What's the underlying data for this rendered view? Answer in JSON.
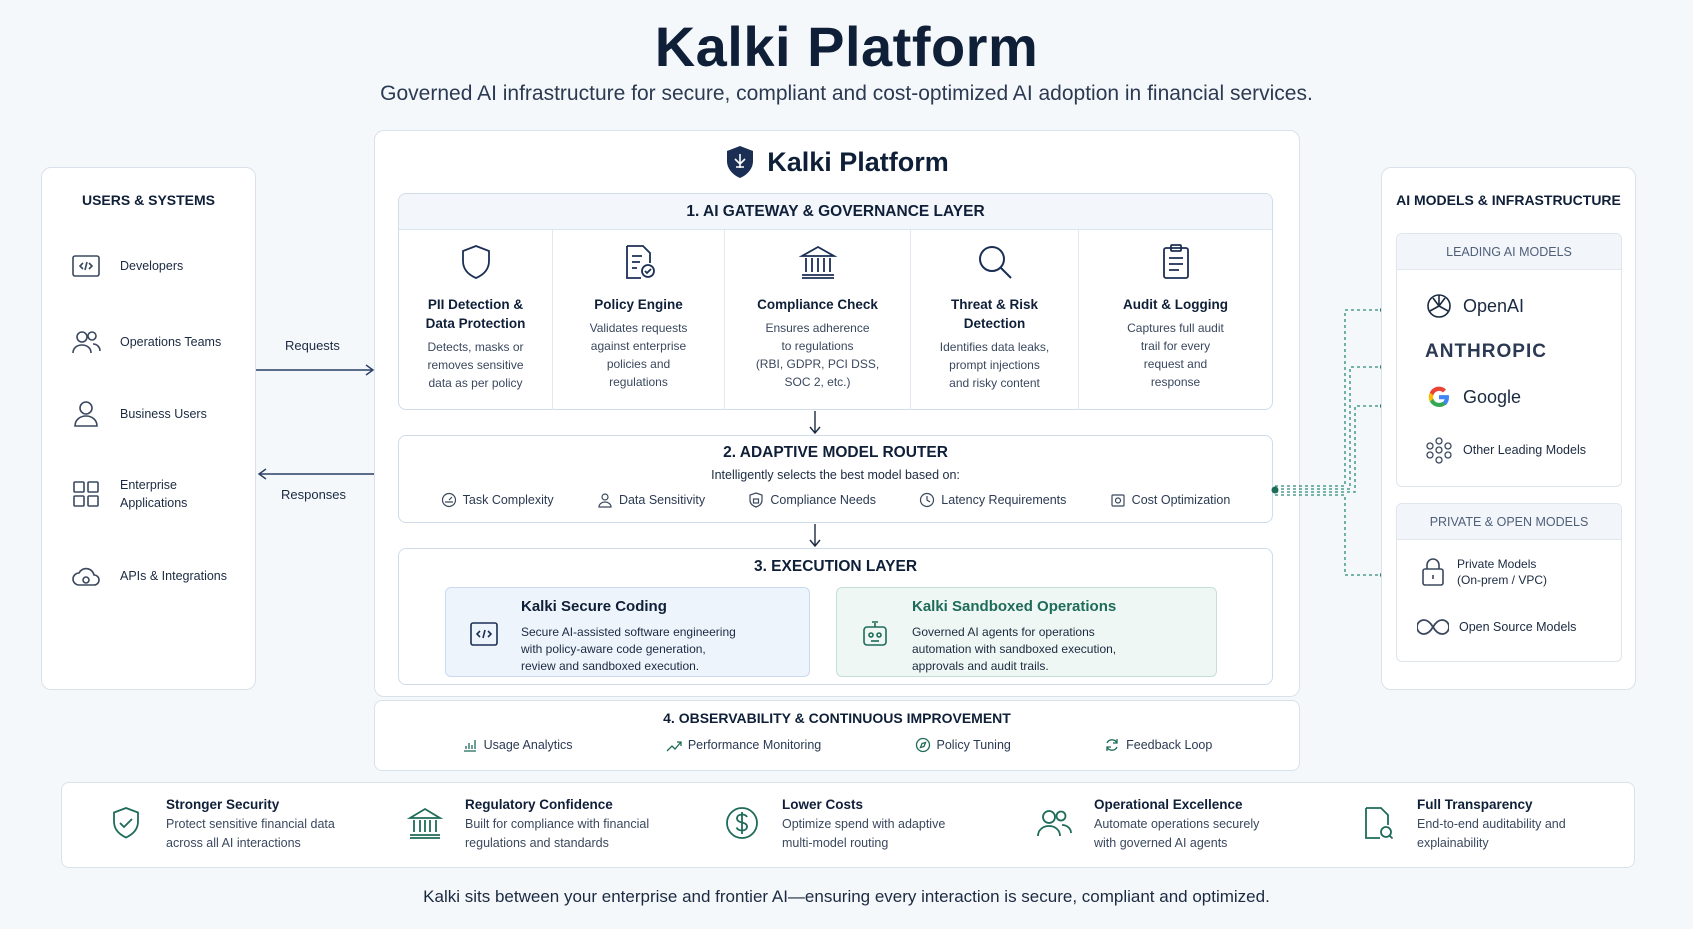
{
  "header": {
    "title": "Kalki Platform",
    "subtitle": "Governed AI infrastructure for secure, compliant and cost-optimized AI adoption in financial services."
  },
  "users": {
    "title": "USERS & SYSTEMS",
    "items": [
      {
        "label": "Developers",
        "icon": "code-window-icon"
      },
      {
        "label": "Operations Teams",
        "icon": "team-icon"
      },
      {
        "label": "Business Users",
        "icon": "user-icon"
      },
      {
        "label": "Enterprise\nApplications",
        "icon": "grid-apps-icon"
      },
      {
        "label": "APIs & Integrations",
        "icon": "cloud-gear-icon"
      }
    ]
  },
  "flows": {
    "requests": "Requests",
    "responses": "Responses"
  },
  "platform": {
    "title": "Kalki Platform",
    "gateway": {
      "title": "1. AI GATEWAY & GOVERNANCE LAYER",
      "cells": [
        {
          "title": "PII Detection &\nData Protection",
          "desc": "Detects, masks or\nremoves sensitive\ndata as per policy",
          "icon": "shield-icon"
        },
        {
          "title": "Policy Engine",
          "desc": "Validates requests\nagainst enterprise\npolicies and\nregulations",
          "icon": "document-check-icon"
        },
        {
          "title": "Compliance Check",
          "desc": "Ensures adherence\nto regulations\n(RBI, GDPR, PCI DSS,\nSOC 2, etc.)",
          "icon": "bank-icon"
        },
        {
          "title": "Threat & Risk\nDetection",
          "desc": "Identifies data leaks,\nprompt injections\nand risky content",
          "icon": "magnifier-icon"
        },
        {
          "title": "Audit & Logging",
          "desc": "Captures full audit\ntrail for every\nrequest and\nresponse",
          "icon": "clipboard-icon"
        }
      ]
    },
    "router": {
      "title": "2. ADAPTIVE MODEL ROUTER",
      "desc": "Intelligently selects the best model based on:",
      "criteria": [
        {
          "label": "Task Complexity",
          "icon": "gauge-icon"
        },
        {
          "label": "Data Sensitivity",
          "icon": "person-icon"
        },
        {
          "label": "Compliance Needs",
          "icon": "lock-shield-icon"
        },
        {
          "label": "Latency Requirements",
          "icon": "clock-icon"
        },
        {
          "label": "Cost Optimization",
          "icon": "coin-icon"
        }
      ]
    },
    "execution": {
      "title": "3. EXECUTION LAYER",
      "coding": {
        "title": "Kalki Secure Coding",
        "desc": "Secure AI-assisted software engineering\nwith policy-aware code generation,\nreview and sandboxed execution."
      },
      "ops": {
        "title": "Kalki Sandboxed Operations",
        "desc": "Governed AI agents for operations\nautomation with sandboxed execution,\napprovals and audit trails."
      }
    },
    "observability": {
      "title": "4. OBSERVABILITY & CONTINUOUS IMPROVEMENT",
      "items": [
        {
          "label": "Usage Analytics",
          "icon": "bar-chart-icon"
        },
        {
          "label": "Performance Monitoring",
          "icon": "trend-icon"
        },
        {
          "label": "Policy Tuning",
          "icon": "compass-icon"
        },
        {
          "label": "Feedback Loop",
          "icon": "refresh-icon"
        }
      ]
    }
  },
  "models": {
    "title": "AI MODELS & INFRASTRUCTURE",
    "leading": {
      "title": "LEADING AI MODELS",
      "items": [
        "OpenAI",
        "ANTHROPIC",
        "Google",
        "Other Leading Models"
      ]
    },
    "private": {
      "title": "PRIVATE & OPEN MODELS",
      "items": [
        "Private Models\n(On-prem / VPC)",
        "Open Source Models"
      ]
    }
  },
  "benefits": [
    {
      "title": "Stronger Security",
      "desc": "Protect sensitive financial data\nacross all AI interactions",
      "icon": "shield-check-icon"
    },
    {
      "title": "Regulatory Confidence",
      "desc": "Built for compliance with financial\nregulations and standards",
      "icon": "bank-icon"
    },
    {
      "title": "Lower Costs",
      "desc": "Optimize spend with adaptive\nmulti-model routing",
      "icon": "dollar-icon"
    },
    {
      "title": "Operational Excellence",
      "desc": "Automate operations securely\nwith governed AI agents",
      "icon": "team-icon"
    },
    {
      "title": "Full Transparency",
      "desc": "End-to-end auditability and\nexplainability",
      "icon": "document-search-icon"
    }
  ],
  "footer": "Kalki sits between your enterprise and frontier AI—ensuring every interaction is secure, compliant and optimized.",
  "colors": {
    "navy": "#0f1f38",
    "teal": "#1f6b59",
    "accent_blue": "#2a3f66"
  }
}
